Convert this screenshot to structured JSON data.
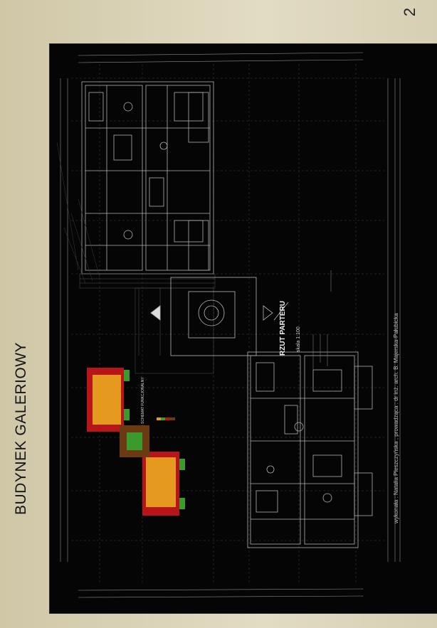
{
  "title": "BUDYNEK GALERIOWY",
  "page_number": "2",
  "plan": {
    "label": "RZUT PARTERU",
    "scale": "skala 1:100"
  },
  "schema_label": "SCHEMAT FUNKCJONALNY",
  "credit": "wykonała : Natalia Pleszczyńska , prowadząca : dr inż. arch. B. Majerska-Pałubicka",
  "colors": {
    "background": "#050505",
    "lines": "#9a9a9a",
    "orange": "#e59a1f",
    "red": "#b8151a",
    "green": "#3a9a2c",
    "brown": "#6b3a12"
  }
}
